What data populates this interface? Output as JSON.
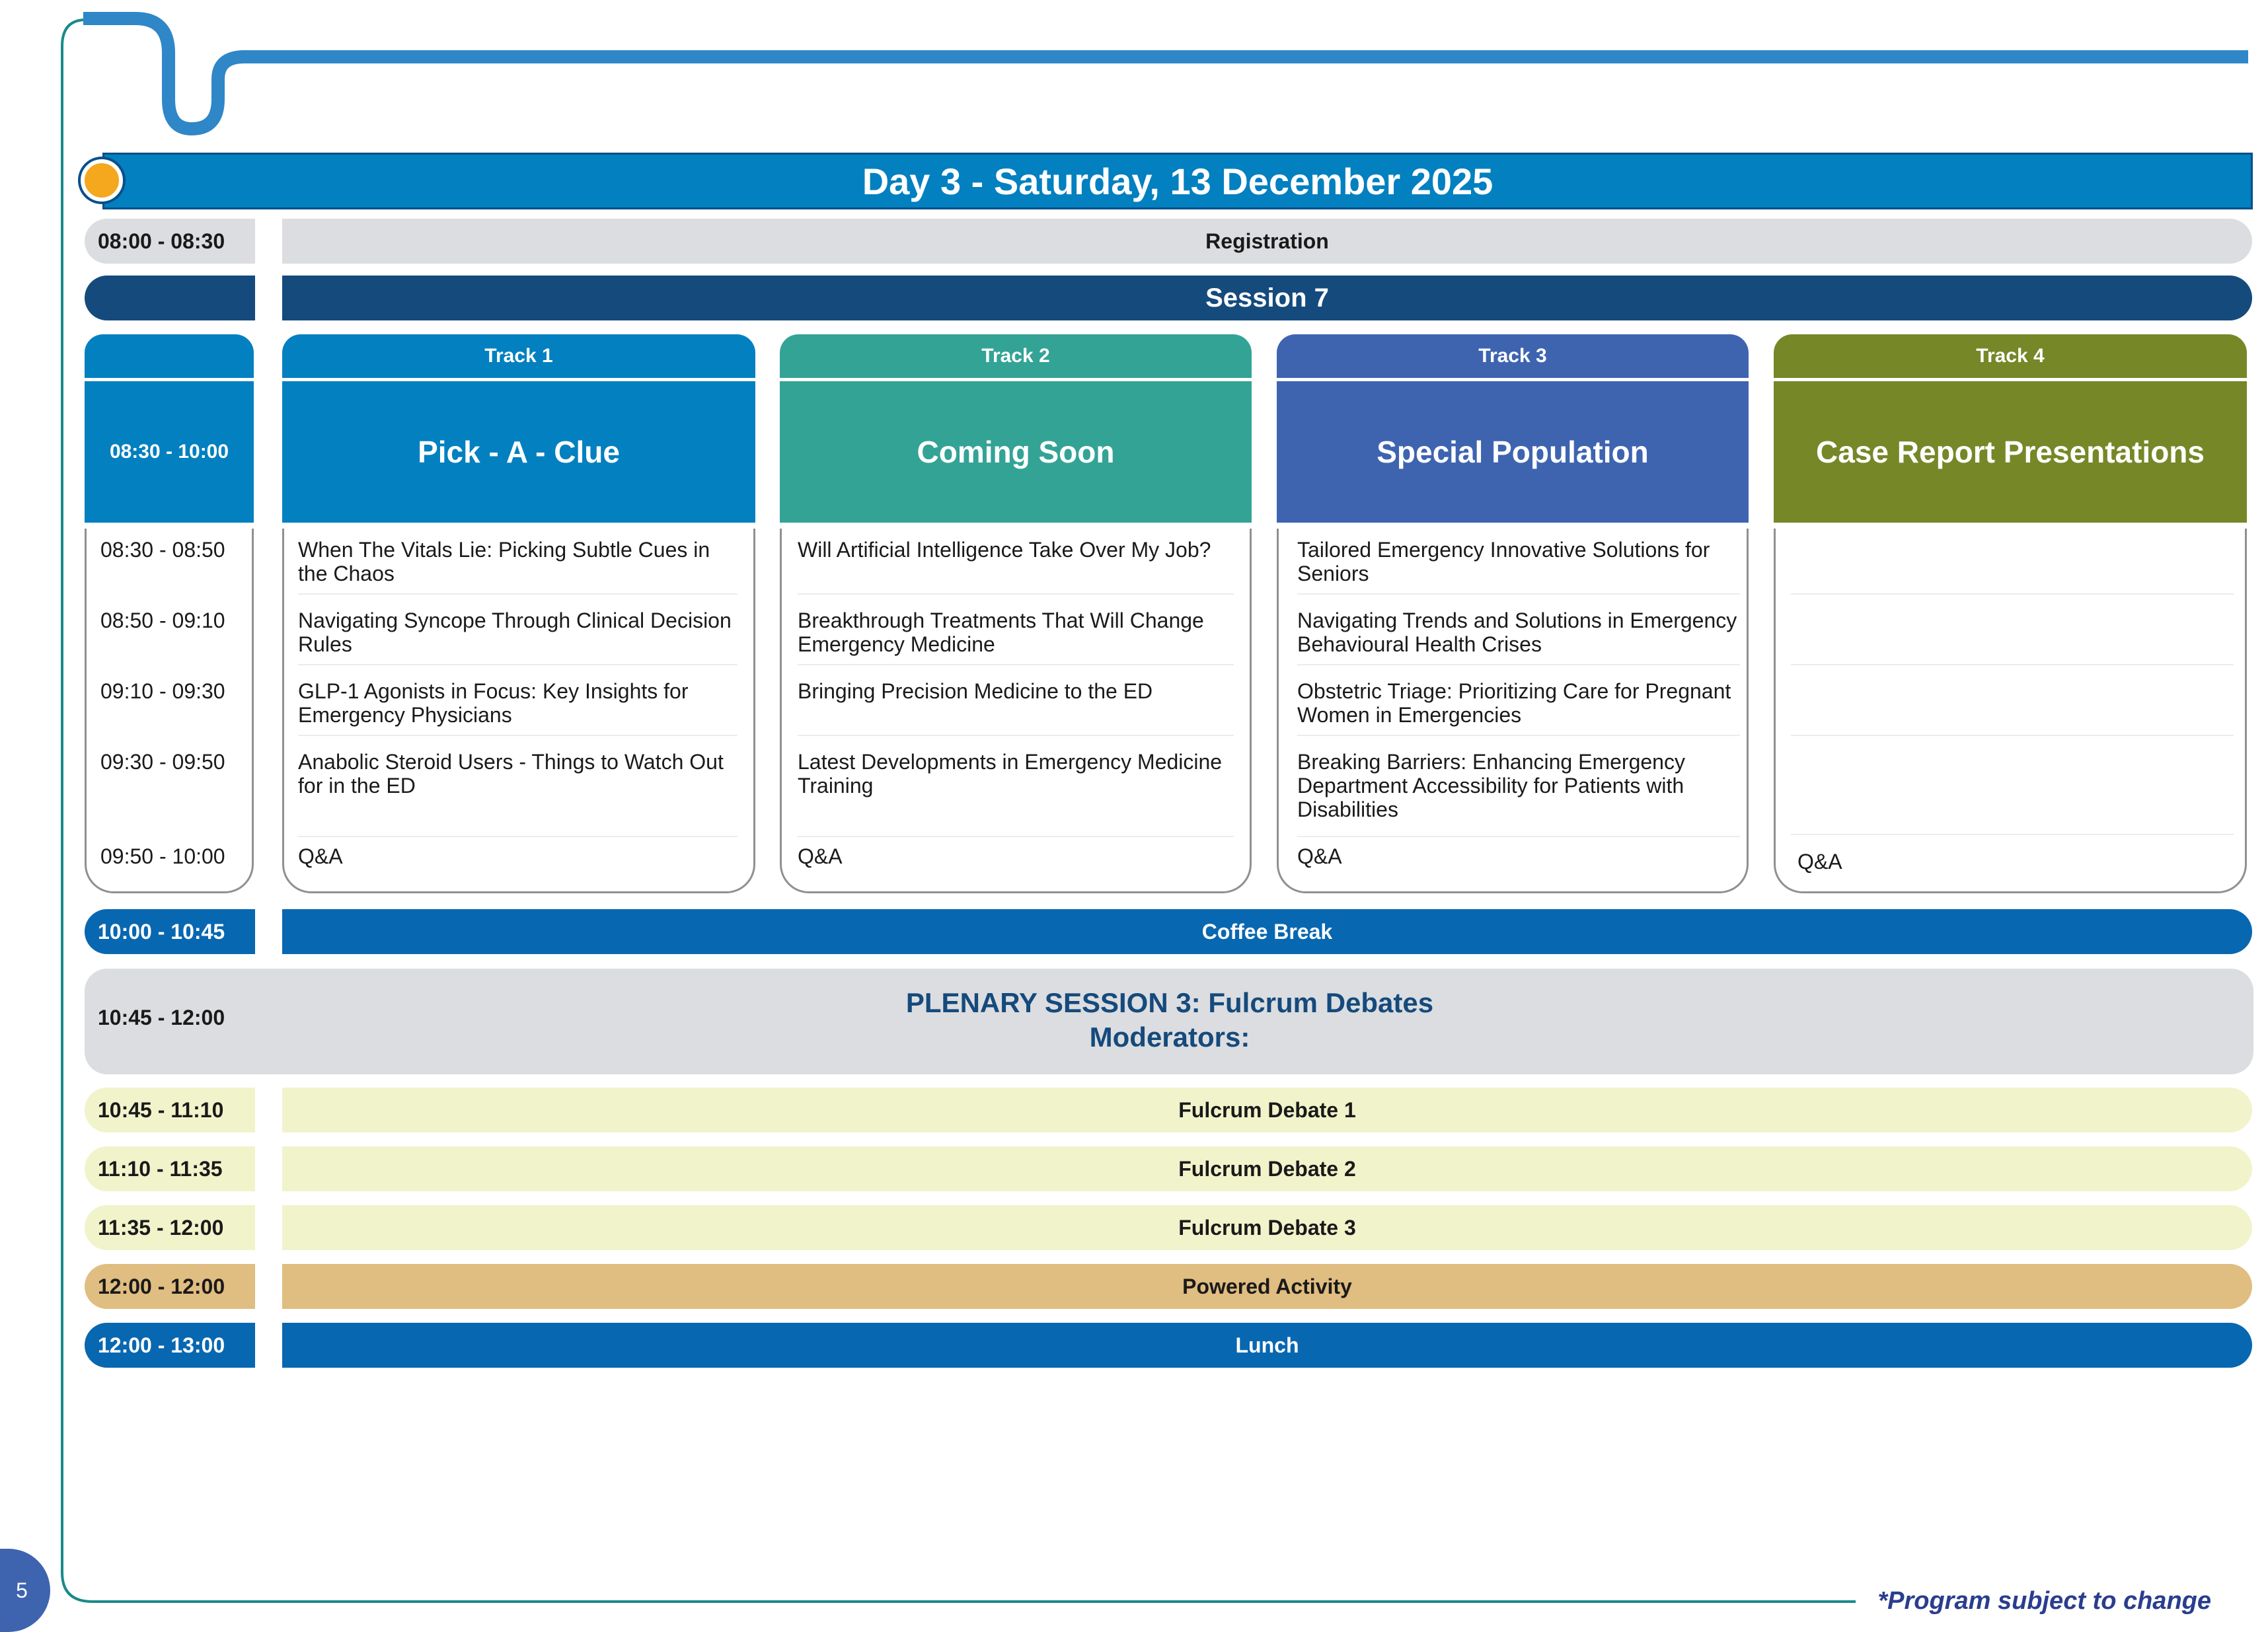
{
  "header": {
    "day_title": "Day 3 - Saturday, 13 December 2025"
  },
  "registration": {
    "time": "08:00 - 08:30",
    "label": "Registration"
  },
  "session": {
    "label": "Session 7"
  },
  "tracks_block": {
    "time_range": "08:30 - 10:00",
    "tracks": [
      {
        "tab": "Track 1",
        "title": "Pick - A - Clue",
        "talks": [
          "When The Vitals Lie: Picking Subtle Cues in the Chaos",
          "Navigating Syncope Through Clinical Decision Rules",
          "GLP-1 Agonists in Focus: Key Insights for Emergency Physicians",
          "Anabolic Steroid Users - Things to Watch Out for in the ED",
          "Q&A"
        ]
      },
      {
        "tab": "Track 2",
        "title": "Coming Soon",
        "talks": [
          "Will Artificial Intelligence Take Over My Job?",
          "Breakthrough Treatments That Will Change Emergency Medicine",
          "Bringing Precision Medicine to the ED",
          "Latest Developments in Emergency Medicine Training",
          "Q&A"
        ]
      },
      {
        "tab": "Track 3",
        "title": "Special Population",
        "talks": [
          "Tailored Emergency Innovative Solutions for Seniors",
          "Navigating Trends and Solutions in Emergency Behavioural Health Crises",
          "Obstetric Triage: Prioritizing Care for Pregnant Women in Emergencies",
          "Breaking Barriers: Enhancing Emergency Department Accessibility for Patients with Disabilities",
          "Q&A"
        ]
      },
      {
        "tab": "Track 4",
        "title": "Case Report Presentations",
        "talks": [
          "",
          "",
          "",
          "",
          "Q&A"
        ]
      }
    ],
    "slot_times": [
      "08:30 - 08:50",
      "08:50 - 09:10",
      "09:10 - 09:30",
      "09:30 - 09:50",
      "09:50 - 10:00"
    ]
  },
  "coffee": {
    "time": "10:00 - 10:45",
    "label": "Coffee Break"
  },
  "plenary": {
    "time": "10:45 - 12:00",
    "title": "PLENARY SESSION 3: Fulcrum Debates",
    "subtitle": "Moderators:"
  },
  "debates": [
    {
      "time": "10:45 - 11:10",
      "label": "Fulcrum Debate 1"
    },
    {
      "time": "11:10 - 11:35",
      "label": "Fulcrum Debate 2"
    },
    {
      "time": "11:35 - 12:00",
      "label": "Fulcrum Debate 3"
    }
  ],
  "powered": {
    "time": "12:00 - 12:00",
    "label": "Powered Activity"
  },
  "lunch": {
    "time": "12:00 - 13:00",
    "label": "Lunch"
  },
  "footer": {
    "page_number": "5",
    "disclaimer": "*Program subject to change"
  },
  "colors": {
    "brand_blue": "#0280c0",
    "navy": "#154a7c",
    "track2_teal": "#33a396",
    "track3_blue": "#3e64b0",
    "track4_olive": "#768728",
    "accent_orange": "#f5a71d"
  }
}
